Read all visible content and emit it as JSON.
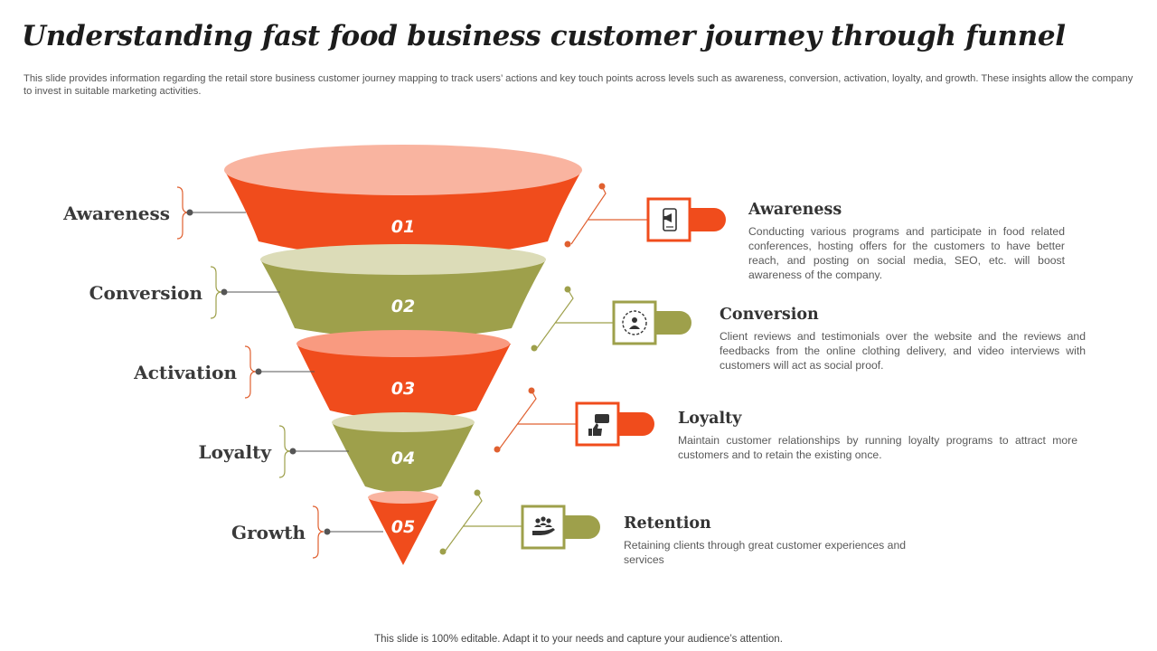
{
  "header": {
    "title": "Understanding fast food business customer journey through funnel",
    "subtitle": "This slide provides information regarding the retail store business customer journey mapping to track users’ actions and key touch points across levels such as awareness, conversion, activation, loyalty,  and growth. These insights allow the company to invest in suitable marketing activities."
  },
  "colors": {
    "orange": "#f04c1c",
    "orange_light": "#f9b4a0",
    "olive": "#9ea04b",
    "olive_light": "#dcdcb8",
    "text_dark": "#3a3a3a"
  },
  "funnel": {
    "stages": [
      {
        "label": "Awareness",
        "number": "01",
        "color": "orange"
      },
      {
        "label": "Conversion",
        "number": "02",
        "color": "olive"
      },
      {
        "label": "Activation",
        "number": "03",
        "color": "orange"
      },
      {
        "label": "Loyalty",
        "number": "04",
        "color": "olive"
      },
      {
        "label": "Growth",
        "number": "05",
        "color": "orange"
      }
    ]
  },
  "details": [
    {
      "title": "Awareness",
      "text": "Conducting various programs and participate in food related conferences, hosting offers for the customers to have  better reach, and posting on social media, SEO, etc. will boost awareness  of the company.",
      "icon": "mobile-marketing-icon"
    },
    {
      "title": "Conversion",
      "text": "Client reviews and testimonials over the website and the reviews  and feedbacks from the online clothing delivery, and video interviews  with customers will act as social proof.",
      "icon": "user-network-icon"
    },
    {
      "title": "Loyalty",
      "text": "Maintain customer relationships by running loyalty programs  to attract more customers and to retain the existing once.",
      "icon": "thumbs-up-chat-icon"
    },
    {
      "title": "Retention",
      "text": "Retaining clients through great customer experiences and services",
      "icon": "hand-people-icon"
    }
  ],
  "footer": "This slide is 100% editable. Adapt it to your needs and capture your audience’s attention."
}
